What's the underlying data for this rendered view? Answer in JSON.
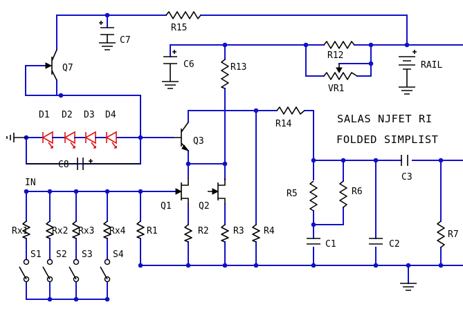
{
  "title": {
    "line1": "SALAS NJFET RI",
    "line2": "FOLDED SIMPLIST"
  },
  "input_label": "IN",
  "labels": {
    "c7": "C7",
    "r15": "R15",
    "q7": "Q7",
    "c6": "C6",
    "r13": "R13",
    "r12": "R12",
    "vr1": "VR1",
    "rail": "RAIL",
    "d1": "D1",
    "d2": "D2",
    "d3": "D3",
    "d4": "D4",
    "q3": "Q3",
    "r14": "R14",
    "c8": "C8",
    "c8_plus": "+",
    "q1": "Q1",
    "q2": "Q2",
    "r5": "R5",
    "r6": "R6",
    "c3": "C3",
    "rx1": "Rx1",
    "rx2": "Rx2",
    "rx3": "Rx3",
    "rx4": "Rx4",
    "r1": "R1",
    "r2": "R2",
    "r3": "R3",
    "r4": "R4",
    "c1": "C1",
    "c2": "C2",
    "r7": "R7",
    "s1": "S1",
    "s2": "S2",
    "s3": "S3",
    "s4": "S4"
  }
}
